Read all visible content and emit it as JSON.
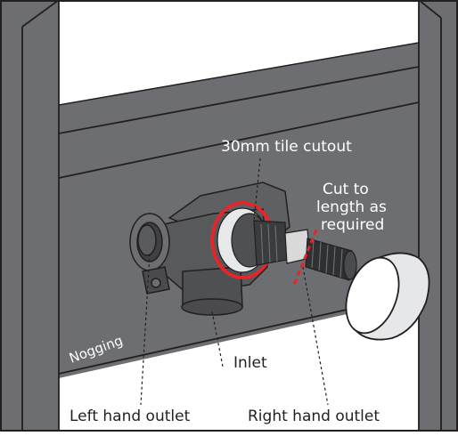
{
  "labels": {
    "cutout": "30mm tile cutout",
    "cut_line1": "Cut to",
    "cut_line2": "length as",
    "cut_line3": "required",
    "nogging": "Nogging",
    "inlet": "Inlet",
    "left_outlet": "Left hand outlet",
    "right_outlet": "Right hand outlet"
  },
  "colors": {
    "frame": "#6d6e71",
    "background": "#ffffff",
    "accent_red": "#e2262c",
    "line": "#231f20",
    "text": "#231f20"
  }
}
